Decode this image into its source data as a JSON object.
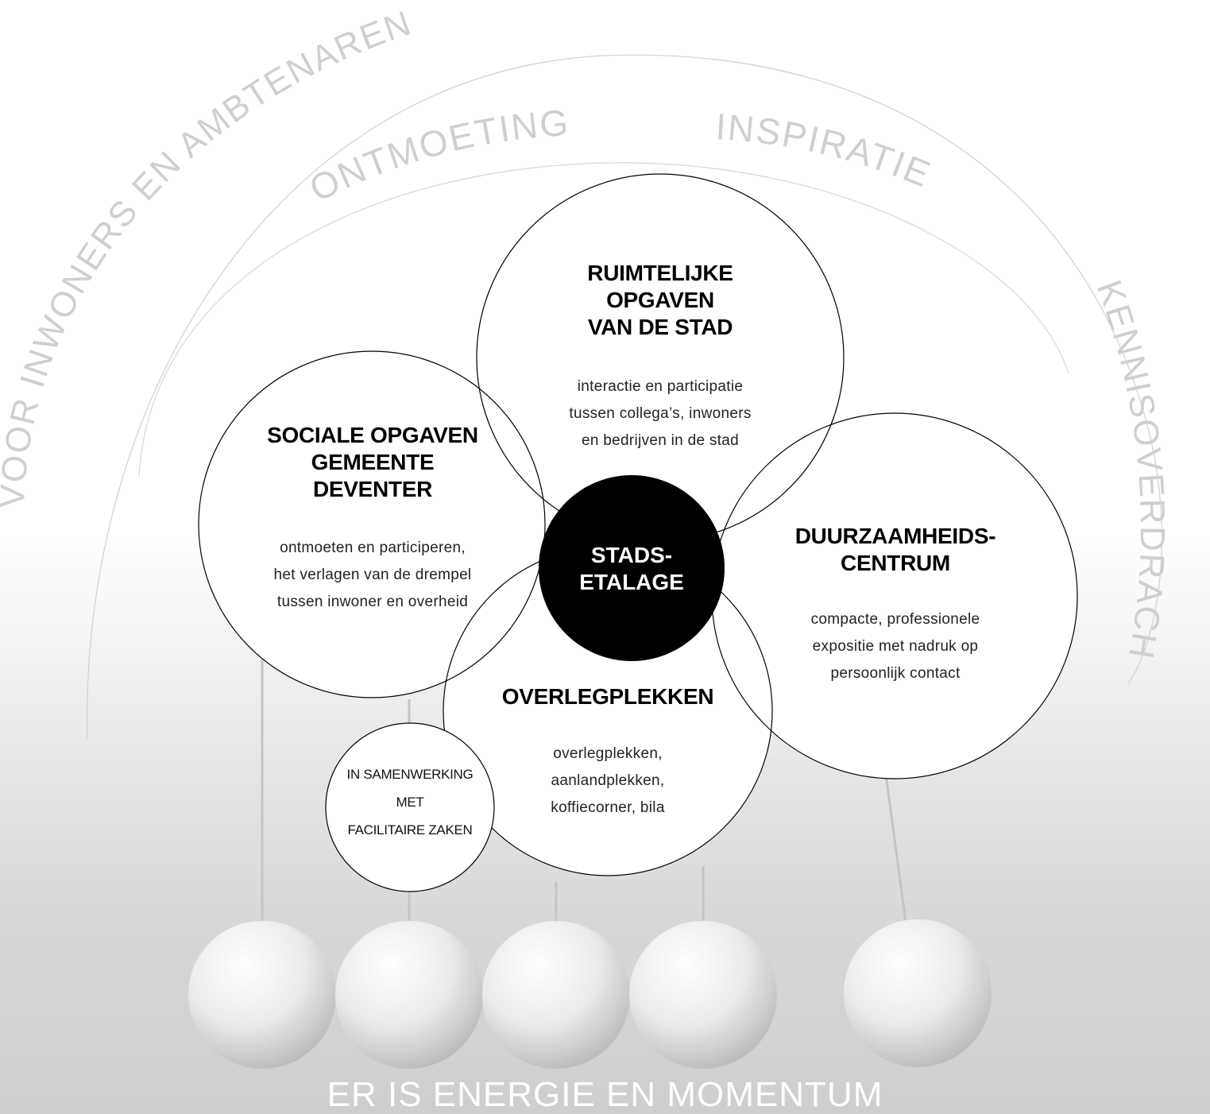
{
  "arcs": {
    "outer": "VOOR INWONERS EN AMBTENAREN",
    "middle_left": "ONTMOETING",
    "middle_right": "INSPIRATIE",
    "right": "KENNISOVERDRACHT"
  },
  "circles": {
    "ruimtelijke": {
      "title": "RUIMTELIJKE\nOPGAVEN\nVAN DE STAD",
      "desc": "interactie en participatie\ntussen collega’s, inwoners\nen bedrijven in de stad"
    },
    "sociale": {
      "title": "SOCIALE OPGAVEN\nGEMEENTE\nDEVENTER",
      "desc": "ontmoeten en participeren,\nhet verlagen van de drempel\ntussen inwoner en overheid"
    },
    "duurzaamheid": {
      "title": "DUURZAAMHEIDS-\nCENTRUM",
      "desc": "compacte, professionele\nexpositie met nadruk op\npersoonlijk contact"
    },
    "overleg": {
      "title": "OVERLEGPLEKKEN",
      "desc": "overlegplekken,\naanlandplekken,\nkoffiecorner, bila"
    },
    "center": {
      "title": "STADS-\nETALAGE"
    },
    "samenwerking": {
      "text": "IN SAMENWERKING\nMET\nFACILITAIRE ZAKEN"
    }
  },
  "footer": "ER IS ENERGIE EN MOMENTUM",
  "colors": {
    "arc_text": "#cfcfcf",
    "center_fill": "#000000",
    "circle_fill": "#ffffff",
    "ball": "#e6e6e4"
  }
}
